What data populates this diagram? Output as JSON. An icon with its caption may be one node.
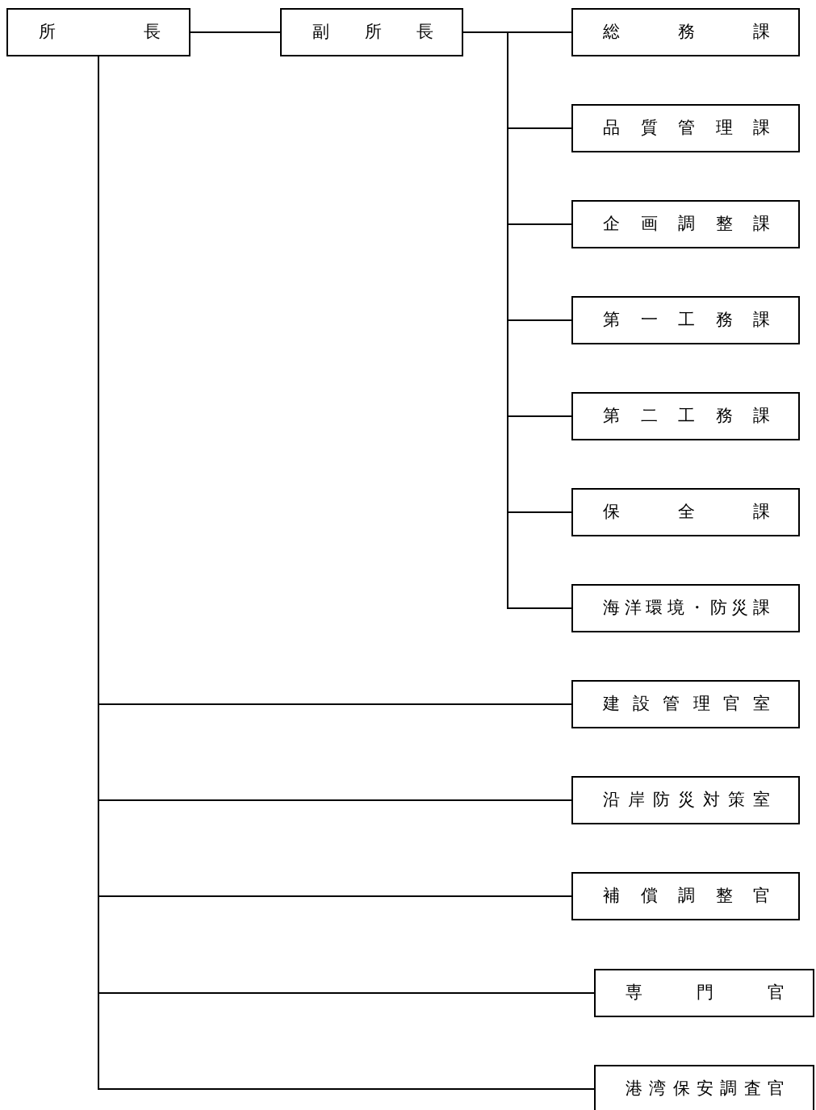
{
  "diagram": {
    "nodes": [
      {
        "text": [
          "所長"
        ]
      },
      {
        "text": [
          "副所長"
        ]
      },
      {
        "text": [
          "総務課"
        ]
      },
      {
        "text": [
          "品質管理課"
        ]
      },
      {
        "text": [
          "企画調整課"
        ]
      },
      {
        "text": [
          "第一工務課"
        ]
      },
      {
        "text": [
          "第二工務課"
        ]
      },
      {
        "text": [
          "保全課"
        ]
      },
      {
        "text": [
          "海洋環境・防災課"
        ]
      },
      {
        "text": [
          "建設管理官室"
        ]
      },
      {
        "text": [
          "沿岸防災対策室"
        ]
      },
      {
        "text": [
          "補償調整官"
        ]
      },
      {
        "text": [
          "専門官"
        ]
      },
      {
        "text": [
          "港湾保安調査官"
        ]
      }
    ],
    "edges": [
      {
        "from": 0,
        "to": 1,
        "arrow": "none"
      },
      {
        "from": 1,
        "to": 2,
        "arrow": "none"
      },
      {
        "from": 1,
        "to": 3,
        "arrow": "none"
      },
      {
        "from": 1,
        "to": 4,
        "arrow": "none"
      },
      {
        "from": 1,
        "to": 5,
        "arrow": "none"
      },
      {
        "from": 1,
        "to": 6,
        "arrow": "none"
      },
      {
        "from": 1,
        "to": 7,
        "arrow": "none"
      },
      {
        "from": 1,
        "to": 8,
        "arrow": "none"
      },
      {
        "from": 0,
        "to": 9,
        "arrow": "none"
      },
      {
        "from": 0,
        "to": 10,
        "arrow": "none"
      },
      {
        "from": 0,
        "to": 11,
        "arrow": "none"
      },
      {
        "from": 0,
        "to": 12,
        "arrow": "none"
      },
      {
        "from": 0,
        "to": 13,
        "arrow": "none"
      }
    ]
  }
}
